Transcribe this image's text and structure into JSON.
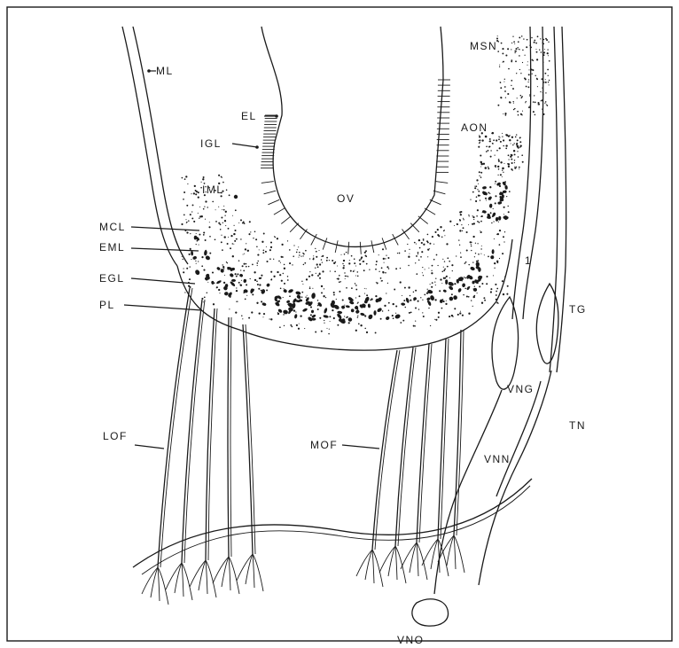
{
  "figure": {
    "labels": {
      "ML": "ML",
      "EL": "EL",
      "IGL": "IGL",
      "IML": "IML",
      "MCL": "MCL",
      "EML": "EML",
      "EGL": "EGL",
      "PL": "PL",
      "OV": "OV",
      "MSN": "MSN",
      "AON": "AON",
      "ONE": "1",
      "TG": "TG",
      "VNG": "VNG",
      "TN": "TN",
      "VNN": "VNN",
      "LOF": "LOF",
      "MOF": "MOF",
      "VNO": "VNO"
    }
  }
}
